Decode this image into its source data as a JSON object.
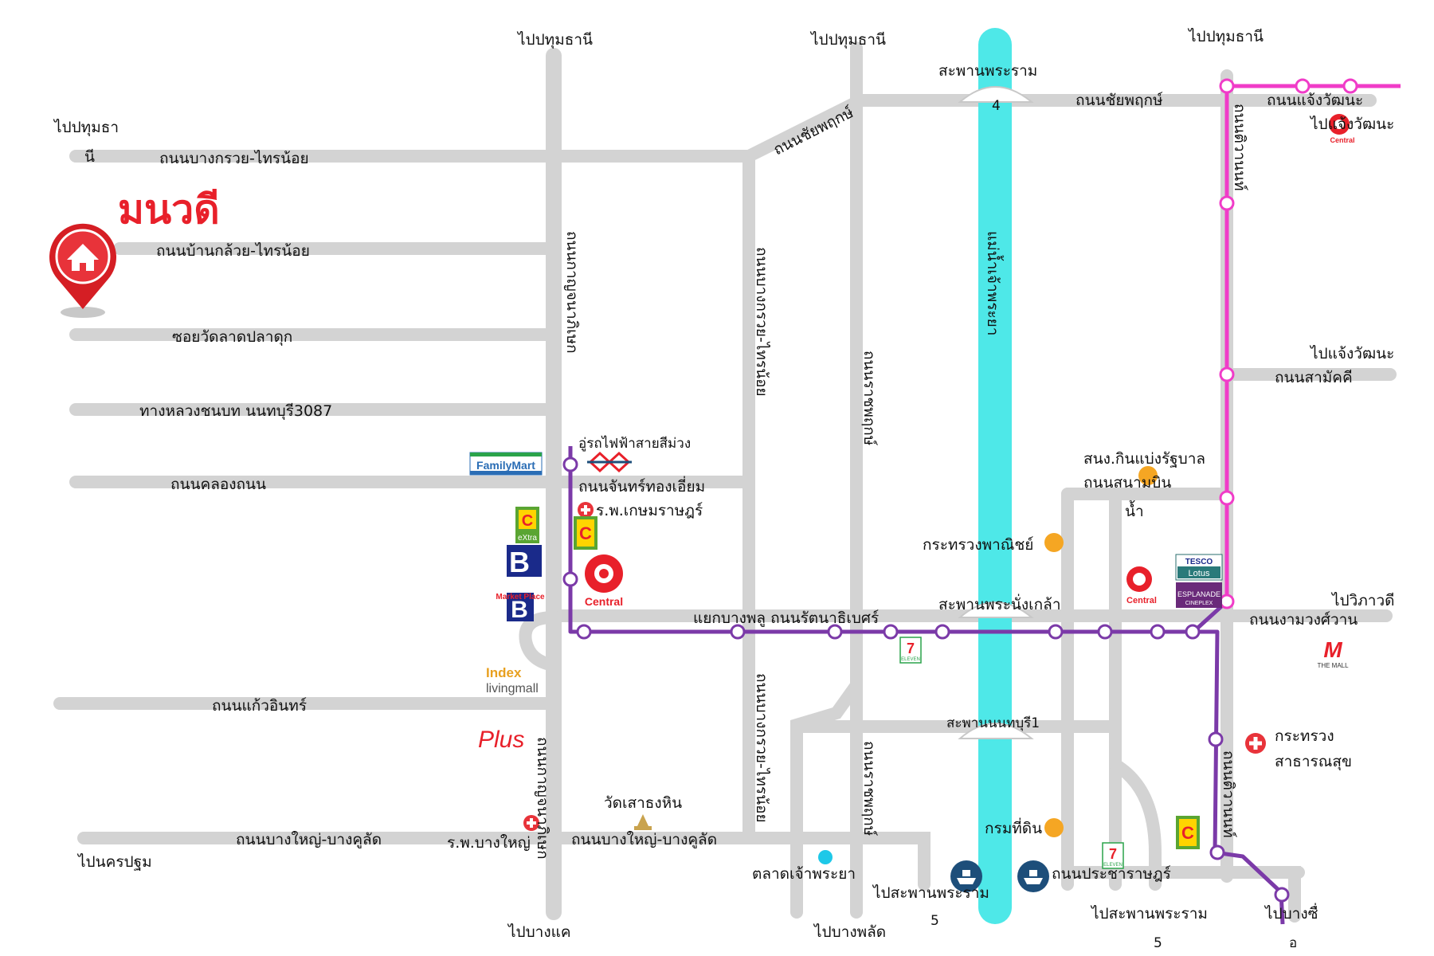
{
  "title": "มนวดี",
  "colors": {
    "road": "#d3d3d3",
    "river": "#4ee8e8",
    "purple_line": "#7b3aa8",
    "pink_line": "#f03cc8",
    "title": "#e8202a",
    "marker": "#d51e24",
    "poi_dot": "#f5a623"
  },
  "icons": {
    "home": "home-pin-icon",
    "hospital": "hospital-cross-icon",
    "station": "station-circle-icon",
    "boat": "boat-pier-icon",
    "poi": "orange-dot-icon",
    "temple": "temple-icon"
  },
  "labels": {
    "to_pathum_1": "ไปปทุมธานี",
    "to_pathum_2": "ไปปทุมธานี",
    "to_pathum_3": "ไปปทุมธานี",
    "to_pathum_left_a": "ไปปทุมธา",
    "to_pathum_left_b": "นี",
    "bangkruai_sainoi_top": "ถนนบางกรวย-ไทรน้อย",
    "bankluai_sainoi": "ถนนบ้านกล้วย-ไทรน้อย",
    "soi_lat_pladuk": "ซอยวัดลาดปลาดุก",
    "highway_3087": "ทางหลวงชนบท นนทบุรี3087",
    "khlong_thanon": "ถนนคลองถนน",
    "kaew_in": "ถนนแก้วอินทร์",
    "bangyai_bangkulat_l": "ถนนบางใหญ่-บางคูลัด",
    "bangyai_bangkulat_r": "ถนนบางใหญ่-บางคูลัด",
    "to_nakhonpathom": "ไปนครปฐม",
    "kanchana_top": "ถนนกาญจนาภิเษก",
    "kanchana_bottom": "ถนนกาญจนาภิเษก",
    "to_bangkhae": "ไปบางแค",
    "chaiyaphruek_diag": "ถนนชัยพฤกษ์",
    "chaiyaphruek": "ถนนชัยพฤกษ์",
    "rama4_bridge_a": "สะพานพระราม",
    "rama4_bridge_b": "4",
    "chaeng_road": "ถนนแจ้งวัฒนะ",
    "to_chaeng_1": "ไปแจ้งวัฒนะ",
    "to_chaeng_2": "ไปแจ้งวัฒนะ",
    "tiwanon_top": "ถนนติวานนท์",
    "samakkhi": "ถนนสามัคคี",
    "river": "แม่น้ำเจ้าพระยา",
    "bangkruai_sainoi_v1": "ถนนบางกรวย-ไทรน้อย",
    "bangkruai_sainoi_v2": "ถนนบางกรวย-ไทรน้อย",
    "ratchaphruek_1": "ถนนราชพฤกษ์",
    "ratchaphruek_2": "ถนนราชพฤกษ์",
    "purple_depot": "อู่รถไฟฟ้าสายสีม่วง",
    "chanthongiam": "ถนนจันทร์ทองเอี่ยม",
    "kasemrad": "ร.พ.เกษมราษฎร์",
    "gov_complex": "สนง.กินแบ่งรัฐบาล",
    "sanambinnam_a": "ถนนสนามบิน",
    "sanambinnam_b": "น้ำ",
    "commerce": "กระทรวงพาณิชย์",
    "bangphlu": "แยกบางพลู ถนนรัตนาธิเบศร์",
    "phranangklao": "สะพานพระนั่งเกล้า",
    "to_vibhavadi": "ไปวิภาวดี",
    "ngamwongwan": "ถนนงามวงศ์วาน",
    "nonthaburi1": "สะพานนนทบุรี1",
    "public_health_a": "กระทรวง",
    "public_health_b": "สาธารณสุข",
    "tiwanon_bottom": "ถนนติวานนท์",
    "wat_sao_thong_hin": "วัดเสาธงหิน",
    "land_dept": "กรมที่ดิน",
    "bangyai_hosp": "ร.พ.บางใหญ่",
    "chaophraya_market": "ตลาดเจ้าพระยา",
    "pracharat": "ถนนประชาราษฎร์",
    "to_rama5_a": "ไปสะพานพระราม",
    "to_rama5_b": "5",
    "to_rama5_2a": "ไปสะพานพระราม",
    "to_rama5_2b": "5",
    "to_bangphlat": "ไปบางพลัด",
    "to_bangsue_a": "ไปบางซื่",
    "to_bangsue_b": "อ"
  },
  "brands": {
    "familymart": "FamilyMart",
    "bigc_extra": "eXtra",
    "bigc": "C",
    "central": "Central",
    "market_place": "Market Place",
    "index": "Index",
    "livingmall": "livingmall",
    "plus": "Plus",
    "tesco": "TESCO",
    "lotus": "Lotus",
    "esplanade": "ESPLANADE",
    "cineplex": "CINEPLEX",
    "the_mall": "THE MALL",
    "eleven": "ELEVEN"
  }
}
